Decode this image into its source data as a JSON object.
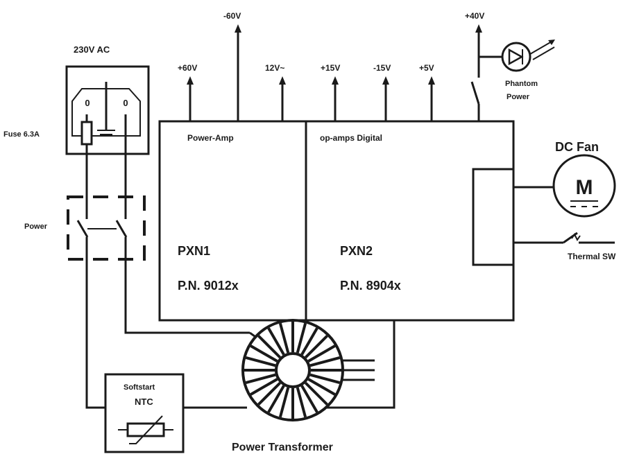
{
  "labels": {
    "mains": "230V AC",
    "fuse": "Fuse 6.3A",
    "power_switch": "Power",
    "minus60": "-60V",
    "plus60": "+60V",
    "v12ac": "12V~",
    "plus15": "+15V",
    "minus15": "-15V",
    "plus5": "+5V",
    "plus40": "+40V",
    "phantom_line1": "Phantom",
    "phantom_line2": "Power",
    "power_amp": "Power-Amp",
    "opamps_digital": "op-amps  Digital",
    "pxn1": "PXN1",
    "pn1": "P.N. 9012x",
    "pxn2": "PXN2",
    "pn2": "P.N. 8904x",
    "dc_fan": "DC Fan",
    "motor": "M",
    "thermal_sw": "Thermal SW",
    "softstart": "Softstart",
    "ntc": "NTC",
    "transformer": "Power Transformer",
    "inlet_pin_left": "0",
    "inlet_pin_right": "0"
  },
  "colors": {
    "ink": "#1a1a1a",
    "paper": "#ffffff"
  }
}
